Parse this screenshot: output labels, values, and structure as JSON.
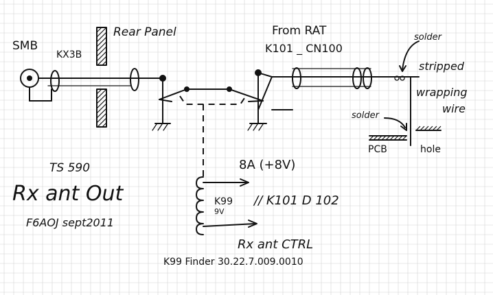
{
  "labels": {
    "smb": "SMB",
    "kx3b": "KX3B",
    "rear_panel": "Rear Panel",
    "from_rat": "From RAT",
    "k101_cn100": "K101 _ CN100",
    "solder_top": "solder",
    "stripped": "stripped",
    "wrapping": "wrapping",
    "wire": "wire",
    "solder_bottom": "solder",
    "pcb": "PCB",
    "hole": "hole",
    "model": "TS 590",
    "title": "Rx ant Out",
    "author": "F6AOJ  sept2011",
    "signal_8a": "8A (+8V)",
    "relay": "K99",
    "relay_voltage": "9V",
    "k101_d102": "// K101 D 102",
    "rx_ant_ctrl": "Rx ant CTRL",
    "part_ref": "K99   Finder   30.22.7.009.0010"
  },
  "colors": {
    "ink": "#111111",
    "grid": "#d4d4d4",
    "paper": "#ffffff"
  }
}
